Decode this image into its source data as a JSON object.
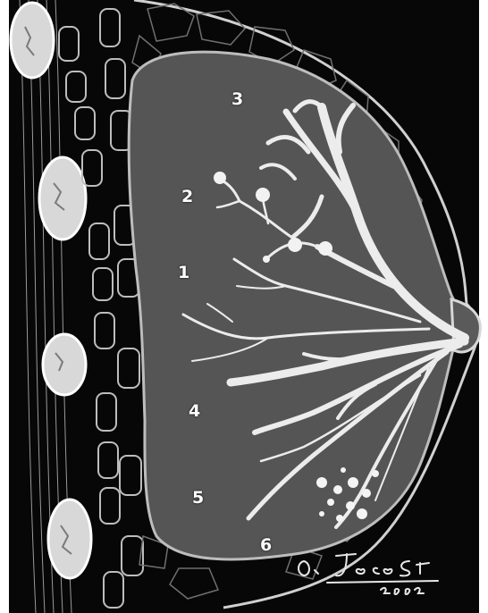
{
  "labels": {
    "one": "1",
    "two": "2",
    "three": "3",
    "four": "4",
    "five": "5",
    "six": "6"
  },
  "signature": {
    "name": "O. Jacobs",
    "year": "2002"
  },
  "colors": {
    "background": "#070707",
    "gland": "#555555",
    "ducts": "#ececec",
    "outline": "#c9c9c9",
    "ribs": "#d8d8d8"
  }
}
